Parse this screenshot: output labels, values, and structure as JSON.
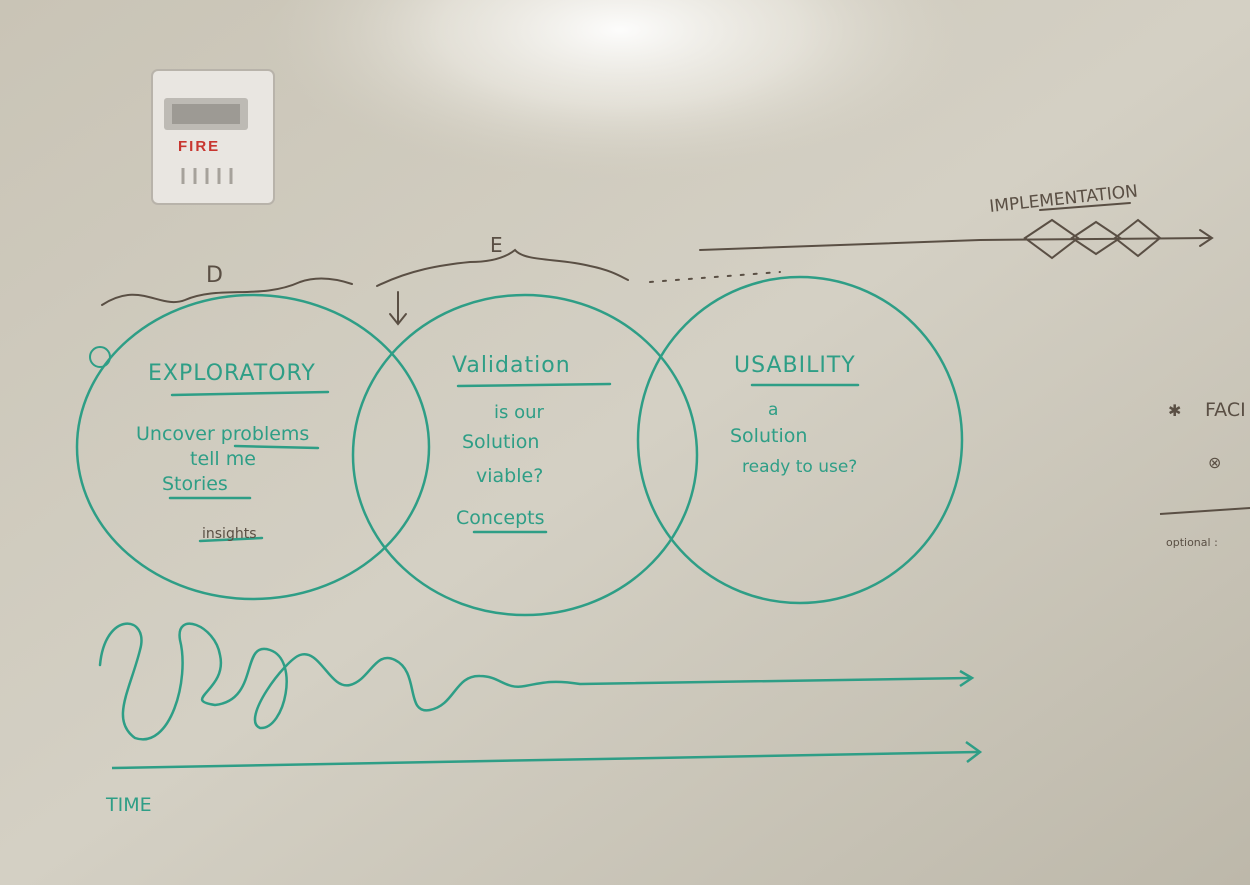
{
  "alarm": {
    "label": "FIRE"
  },
  "top_labels": {
    "d": "D",
    "e": "E",
    "implementation": "IMPLEMENTATION"
  },
  "circles": [
    {
      "title": "EXPLORATORY",
      "lines": [
        "Uncover problems",
        "tell me",
        "Stories"
      ],
      "note": "insights"
    },
    {
      "title": "Validation",
      "lines": [
        "is our",
        "Solution",
        "viable?"
      ],
      "note": "Concepts"
    },
    {
      "title": "USABILITY",
      "lines": [
        "a",
        "Solution",
        "ready to use?"
      ],
      "note": ""
    }
  ],
  "axis": {
    "label": "TIME"
  },
  "right_edge": {
    "item1": "FACI",
    "note": "optional :"
  },
  "colors": {
    "ink_green": "#2e9e86",
    "ink_dark": "#5a4f44",
    "board": "#cfcabd"
  }
}
